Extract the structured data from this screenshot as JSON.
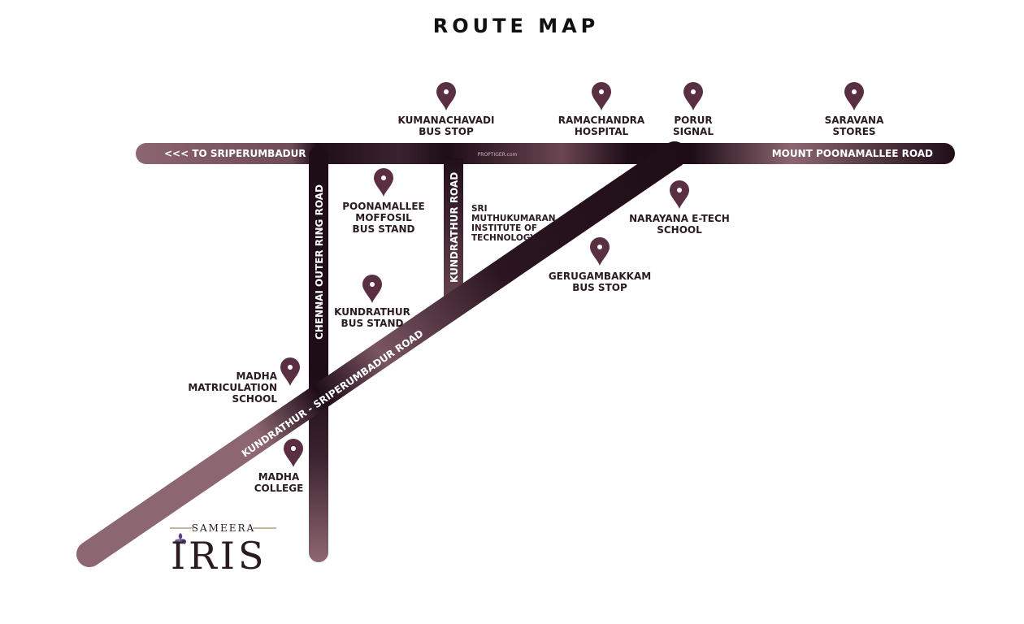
{
  "title": "ROUTE MAP",
  "watermark": "PROPTIGER.com",
  "colors": {
    "road_dark": "#1e0d17",
    "road_light": "#8c6670",
    "pin": "#5a2f41",
    "text": "#2a1a22"
  },
  "roads": {
    "main_left": "<<< TO SRIPERUMBADUR",
    "main_right": "MOUNT POONAMALLEE ROAD",
    "outer_ring": "CHENNAI OUTER RING ROAD",
    "kundrathur": "KUNDRATHUR ROAD",
    "diagonal": "KUNDRATHUR - SRIPERUMBADUR ROAD"
  },
  "landmarks": [
    {
      "id": "kumanachavadi",
      "icon": "location-pin-icon",
      "lines": [
        "KUMANACHAVADI",
        "BUS STOP"
      ]
    },
    {
      "id": "ramachandra",
      "icon": "location-pin-icon",
      "lines": [
        "RAMACHANDRA",
        "HOSPITAL"
      ]
    },
    {
      "id": "porur",
      "icon": "location-pin-icon",
      "lines": [
        "PORUR",
        "SIGNAL"
      ]
    },
    {
      "id": "saravana",
      "icon": "location-pin-icon",
      "lines": [
        "SARAVANA",
        "STORES"
      ]
    },
    {
      "id": "poonamallee",
      "icon": "location-pin-icon",
      "lines": [
        "POONAMALLEE",
        "MOFFOSIL",
        "BUS STAND"
      ]
    },
    {
      "id": "sri-muthukumaran",
      "icon": "",
      "lines": [
        "SRI",
        "MUTHUKUMARAN",
        "INSTITUTE OF",
        "TECHNOLOGY"
      ]
    },
    {
      "id": "narayana",
      "icon": "location-pin-icon",
      "lines": [
        "NARAYANA E-TECH",
        "SCHOOL"
      ]
    },
    {
      "id": "gerugambakkam",
      "icon": "location-pin-icon",
      "lines": [
        "GERUGAMBAKKAM",
        "BUS STOP"
      ]
    },
    {
      "id": "kundrathur-bus",
      "icon": "location-pin-icon",
      "lines": [
        "KUNDRATHUR",
        "BUS STAND"
      ]
    },
    {
      "id": "madha-school",
      "icon": "location-pin-icon",
      "lines": [
        "MADHA",
        "MATRICULATION",
        "SCHOOL"
      ]
    },
    {
      "id": "madha-college",
      "icon": "location-pin-icon",
      "lines": [
        "MADHA",
        "COLLEGE"
      ]
    }
  ],
  "project": {
    "brand_top": "SAMEERA",
    "brand_name": "IRIS",
    "icon": "iris-flower-icon"
  }
}
